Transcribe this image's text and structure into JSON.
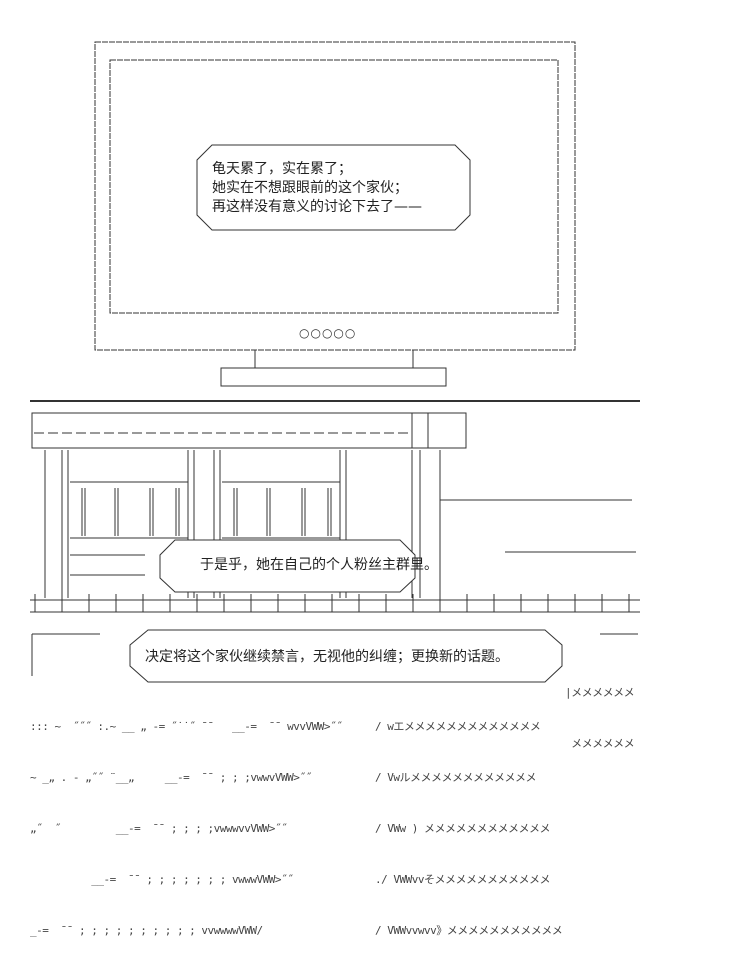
{
  "monitor": {
    "power_dots": "○○○○○",
    "bubble_lines": [
      "龟天累了，实在累了；",
      "她实在不想跟眼前的这个家伙；",
      "再这样没有意义的讨论下去了——"
    ]
  },
  "room": {
    "bubble_text": "于是乎，她在自己的个人粉丝主群里。"
  },
  "bottom": {
    "bubble_text": "决定将这个家伙继续禁言，无视他的纠缠；更换新的话题。",
    "left_art": [
      "::: ~  ˝˝˝ :.~ __ „ -= ˝˙˙˝ ¯¯   __-=  ¯¯ wvvVWW>˝˝",
      "~ _„ . - „˝˝ ¨__„     __-=  ¯¯ ; ; ;vwwvVWW>˝˝",
      "„˝  ˝         __-=  ¯¯ ; ; ; ;vwwwvvVWW>˝˝",
      "          __-=  ¯¯ ; ; ; ; ; ; ; vwwwVWW>˝˝",
      "_-=  ¯¯ ; ; ; ; ; ; ; ; ; ; vvwwwwVWW/"
    ],
    "right_art": [
      "|メメメメメメ",
      " メメメメメメ",
      "/ wエメメメメメメメメメメメメメ",
      "/ Vwルメメメメメメメメメメメメ",
      "/ VWw ) メメメメメメメメメメメメ",
      "./ VWWvvそメメメメメメメメメメメ",
      "/ VWWvvwvv》メメメメメメメメメメメ"
    ]
  }
}
